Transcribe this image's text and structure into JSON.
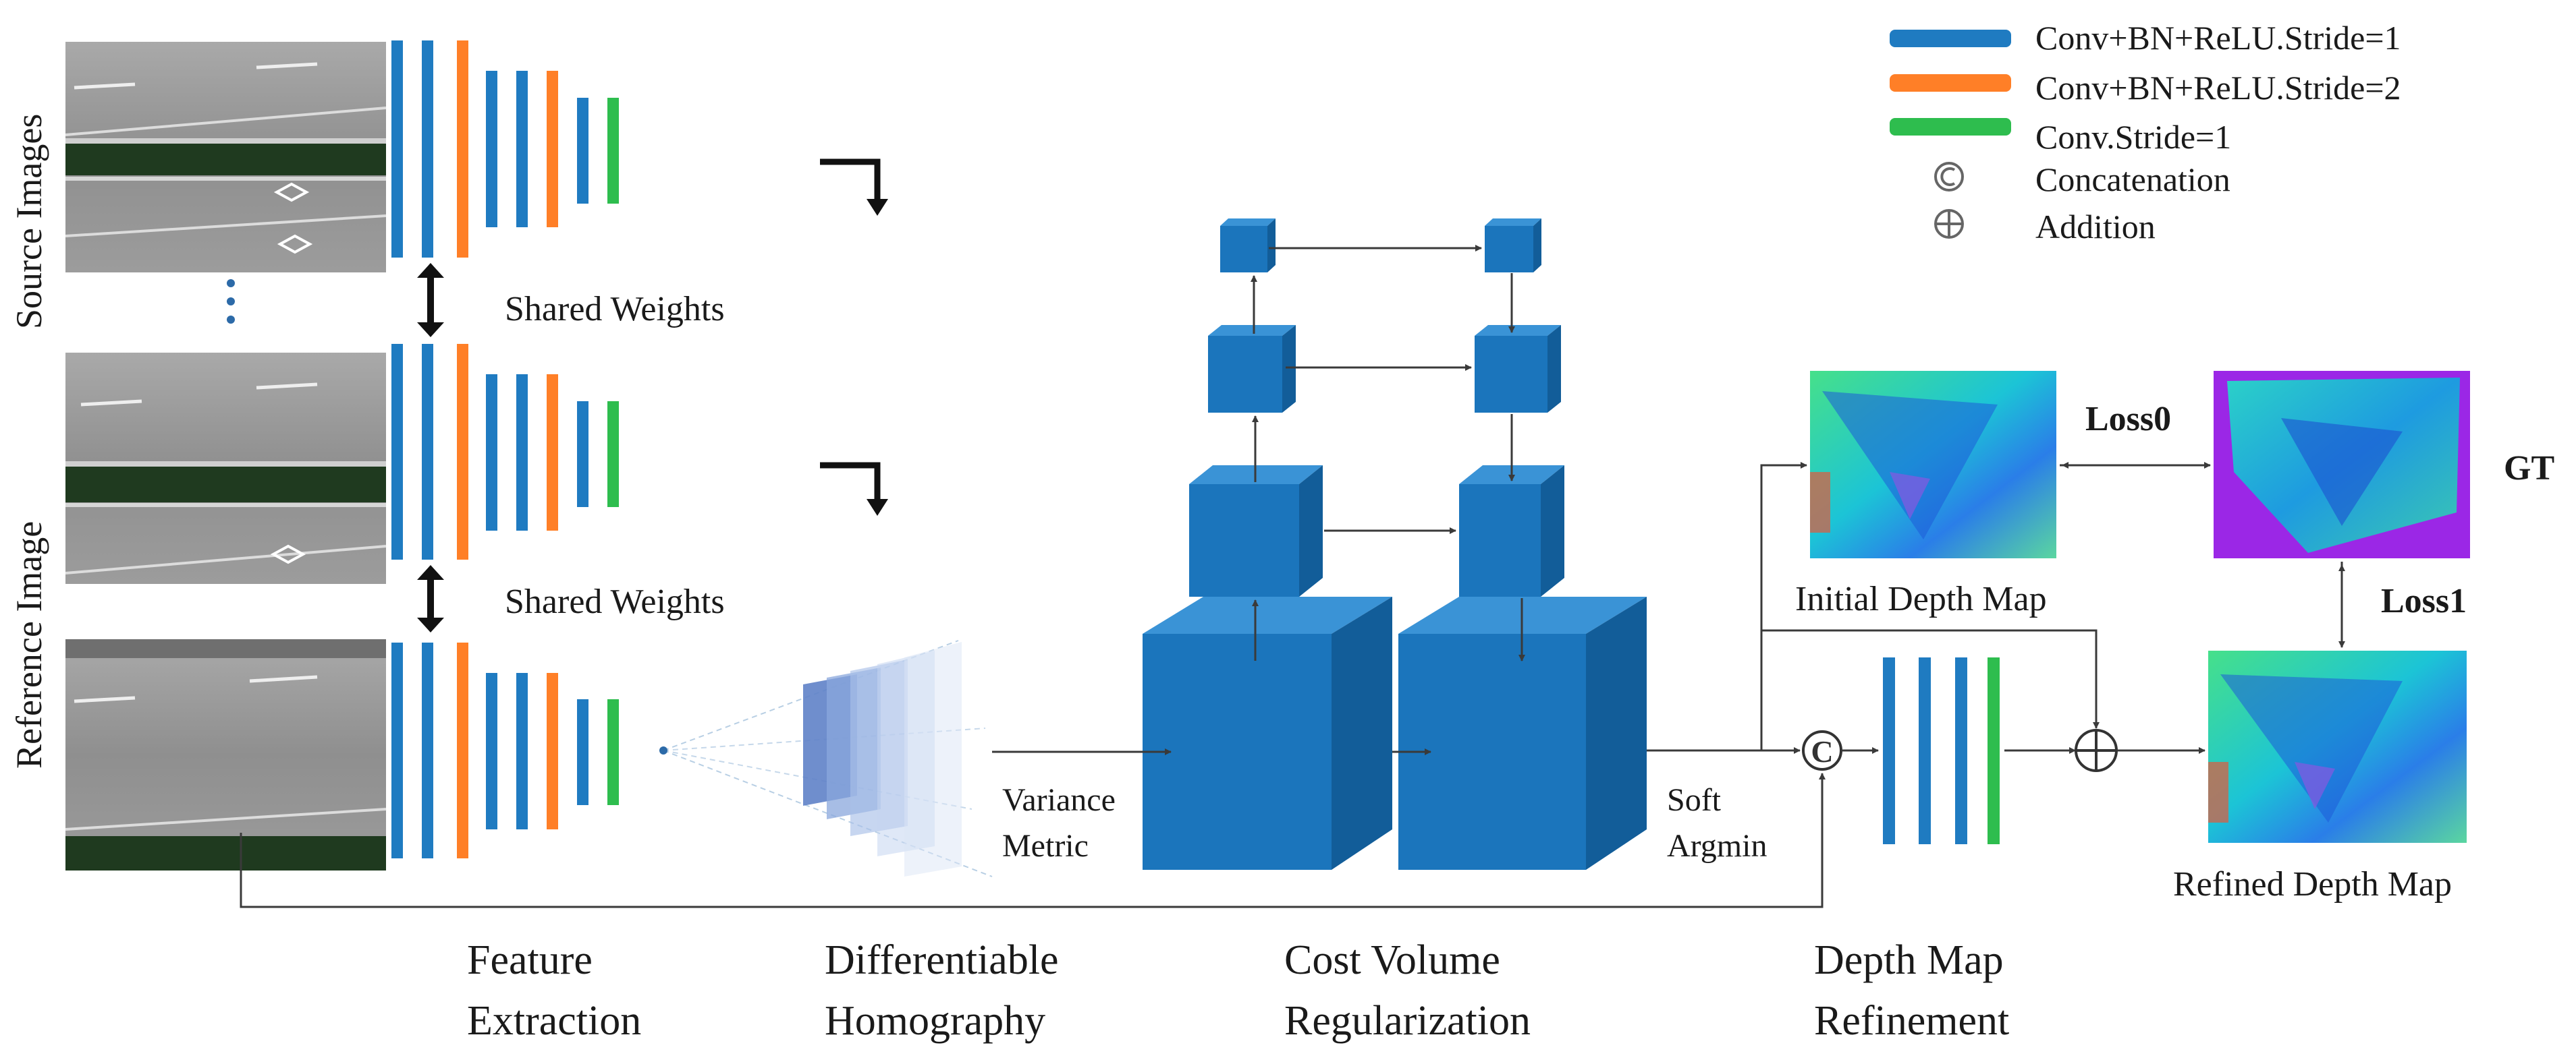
{
  "side_labels": {
    "source": "Source Images",
    "reference": "Reference Image"
  },
  "shared_weights": [
    "Shared Weights",
    "Shared Weights"
  ],
  "legend": [
    {
      "label": "Conv+BN+ReLU.Stride=1",
      "kind": "bar",
      "color": "#1f7bc1"
    },
    {
      "label": "Conv+BN+ReLU.Stride=2",
      "kind": "bar",
      "color": "#ff7f27"
    },
    {
      "label": "Conv.Stride=1",
      "kind": "bar",
      "color": "#2ebd4e"
    },
    {
      "label": "Concatenation",
      "kind": "concat-icon"
    },
    {
      "label": "Addition",
      "kind": "add-icon"
    }
  ],
  "labels": {
    "variance_metric": [
      "Variance",
      "Metric"
    ],
    "soft_argmin": [
      "Soft",
      "Argmin"
    ],
    "initial_depth_map": "Initial Depth Map",
    "refined_depth_map": "Refined Depth Map",
    "loss0": "Loss0",
    "loss1": "Loss1",
    "gt": "GT",
    "concat_symbol": "C"
  },
  "stages": [
    [
      "Feature",
      "Extraction"
    ],
    [
      "Differentiable",
      "Homography"
    ],
    [
      "Cost Volume",
      "Regularization"
    ],
    [
      "Depth Map",
      "Refinement"
    ]
  ],
  "colors": {
    "blue": "#1f7bc1",
    "orange": "#ff7f27",
    "green": "#2ebd4e",
    "cube_front": "#1b75bc",
    "cube_top": "#3a93d6",
    "cube_side": "#125d99",
    "line": "#3a3a3a"
  }
}
